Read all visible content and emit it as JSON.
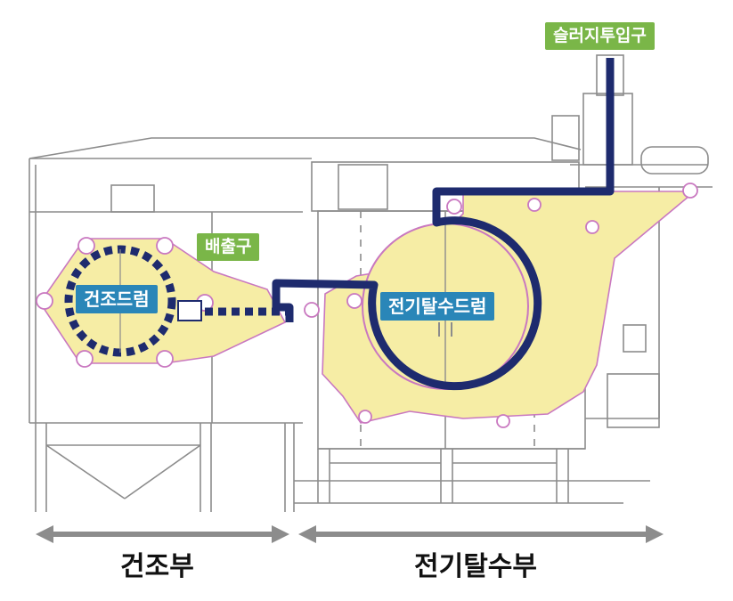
{
  "labels": {
    "slurry_inlet": "슬러지투입구",
    "outlet": "배출구",
    "drying_drum": "건조드럼",
    "electro_dewatering_drum": "전기탈수드럼"
  },
  "sections": {
    "drying": "건조부",
    "electro_dewatering": "전기탈수부"
  },
  "colors": {
    "path": "#1e2b6e",
    "fill": "#f6eda5",
    "belt": "#c978c0",
    "line": "#8c8c8c",
    "green_tag": "#7ab648",
    "blue_tag": "#2a86b8"
  }
}
